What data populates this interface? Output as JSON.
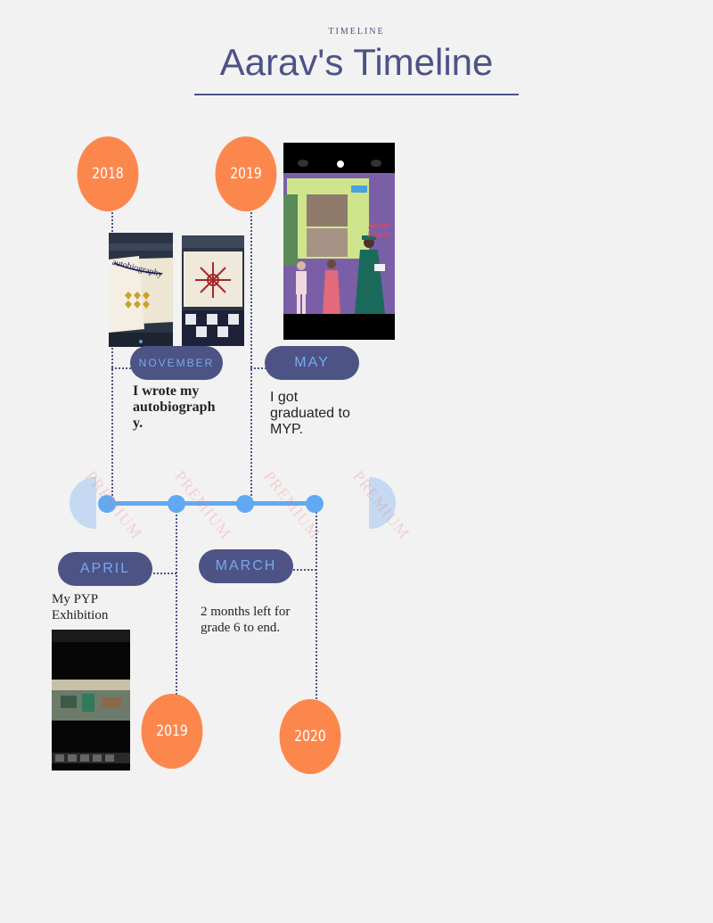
{
  "header": {
    "kicker": "TIMELINE",
    "title": "Aarav's Timeline"
  },
  "years": {
    "top_left": "2018",
    "top_right": "2019",
    "bottom_left": "2019",
    "bottom_right": "2020"
  },
  "events": {
    "november": {
      "month": "NOVEMBER",
      "text": "I wrote my autobiograph y."
    },
    "may": {
      "month": "MAY",
      "text": "I got graduated to MYP."
    },
    "april": {
      "month": "APRIL",
      "text": "My PYP Exhibition"
    },
    "march": {
      "month": "MARCH",
      "text": "2 months left for grade 6 to end."
    }
  },
  "photos": {
    "notebook_caption": "autobiography",
    "stage_caption": "Aarav Kapur"
  },
  "watermark": "PREMIUM",
  "colors": {
    "accent": "#4c5387",
    "year_circle": "#fc874d",
    "pill": "#4d5384",
    "pill_text": "#74aaf2",
    "axis": "#62a9f3"
  }
}
